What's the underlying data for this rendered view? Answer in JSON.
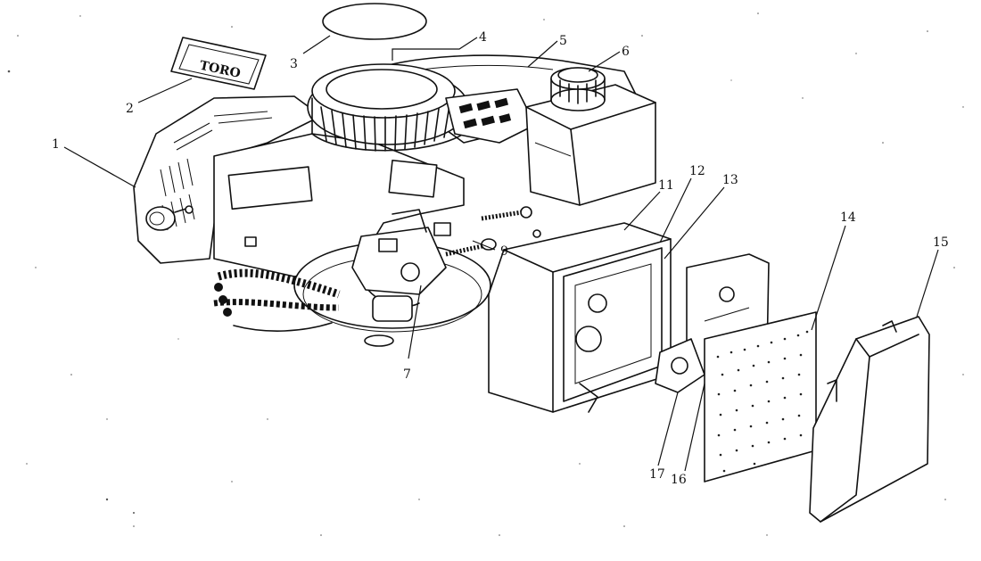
{
  "diagram": {
    "decal_text": "TORO",
    "callouts": [
      {
        "id": "1",
        "label": "1"
      },
      {
        "id": "2",
        "label": "2"
      },
      {
        "id": "3",
        "label": "3"
      },
      {
        "id": "4",
        "label": "4"
      },
      {
        "id": "5",
        "label": "5"
      },
      {
        "id": "6",
        "label": "6"
      },
      {
        "id": "7",
        "label": "7"
      },
      {
        "id": "9",
        "label": "9"
      },
      {
        "id": "11",
        "label": "11"
      },
      {
        "id": "12",
        "label": "12"
      },
      {
        "id": "13",
        "label": "13"
      },
      {
        "id": "14",
        "label": "14"
      },
      {
        "id": "15",
        "label": "15"
      },
      {
        "id": "16",
        "label": "16"
      },
      {
        "id": "17",
        "label": "17"
      }
    ]
  }
}
